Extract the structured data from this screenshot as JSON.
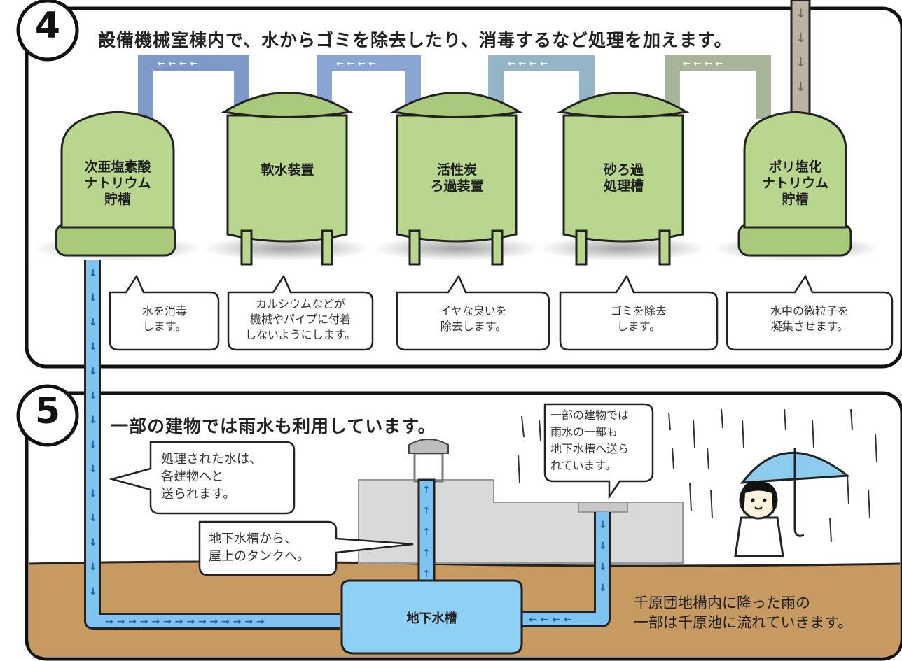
{
  "section4": {
    "number": "4",
    "heading": "設備機械室棟内で、水からゴミを除去したり、消毒するなど処理を加えます。",
    "tanks": [
      {
        "label": "次亜塩素酸\nナトリウム\n貯槽",
        "note": "水を消毒\nします。"
      },
      {
        "label": "軟水装置",
        "note": "カルシウムなどが\n機械やパイプに付着\nしないようにします。"
      },
      {
        "label": "活性炭\nろ過装置",
        "note": "イヤな臭いを\n除去します。"
      },
      {
        "label": "砂ろ過\n処理槽",
        "note": "ゴミを除去\nします。"
      },
      {
        "label": "ポリ塩化\nナトリウム\n貯槽",
        "note": "水中の微粒子を\n凝集させます。"
      }
    ]
  },
  "section5": {
    "number": "5",
    "heading": "一部の建物では雨水も利用しています。",
    "note_sent": "処理された水は、\n各建物へと\n送られます。",
    "note_tank": "地下水槽から、\n屋上のタンクへ。",
    "note_rain": "一部の建物では\n雨水の一部も\n地下水槽へ送ら\nれています。",
    "underground_tank": "地下水槽",
    "footer_note": "千原団地構内に降った雨の\n一部は千原池に流れていきます。"
  },
  "colors": {
    "tank_green": "#b9d68e",
    "tank_dark": "#8fb167",
    "pipe_blue": "#7fc4f0",
    "soil": "#c79a62",
    "water": "#8fd0f5",
    "umbrella": "#8ccbee"
  }
}
